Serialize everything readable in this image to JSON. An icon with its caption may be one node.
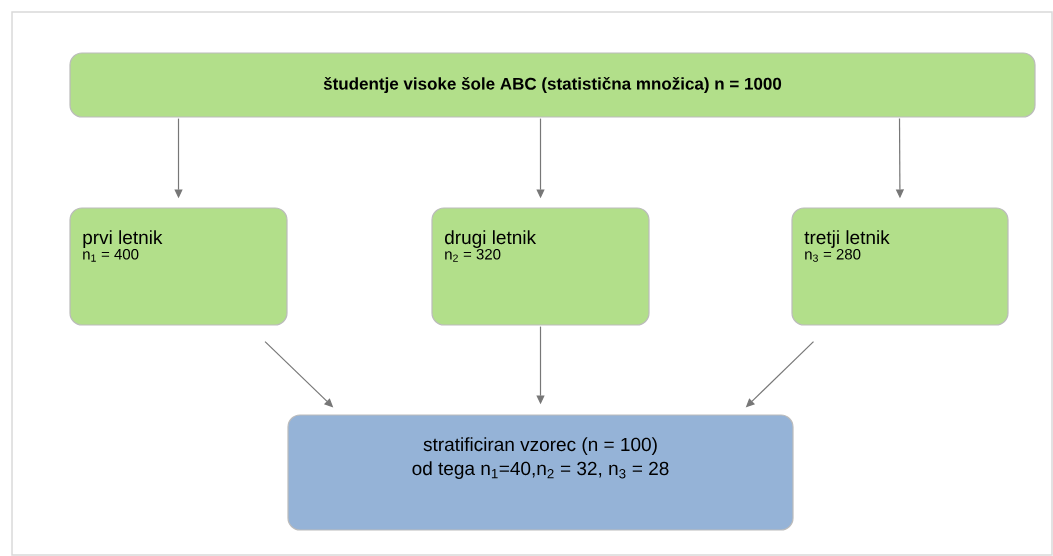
{
  "diagram": {
    "nodes": [
      {
        "text": [
          "študentje visoke šole ABC (statistična množica) n = 1000"
        ]
      },
      {
        "text": [
          "prvi letnik",
          "n$_{1}$ = 400"
        ]
      },
      {
        "text": [
          "drugi letnik",
          "n$_{2}$ = 320"
        ]
      },
      {
        "text": [
          "tretji letnik",
          "n$_{3}$ = 280"
        ]
      },
      {
        "text": [
          "stratificiran vzorec (n = 100)",
          "od tega n$_{1}$=40,n$_{2}$ = 32, n$_{3}$ = 28"
        ]
      }
    ],
    "edges": [
      {
        "from": 0,
        "to": 1,
        "arrow": "to"
      },
      {
        "from": 0,
        "to": 2,
        "arrow": "to"
      },
      {
        "from": 0,
        "to": 3,
        "arrow": "to"
      },
      {
        "from": 1,
        "to": 4,
        "arrow": "to"
      },
      {
        "from": 2,
        "to": 4,
        "arrow": "to"
      },
      {
        "from": 3,
        "to": 4,
        "arrow": "to"
      }
    ]
  }
}
